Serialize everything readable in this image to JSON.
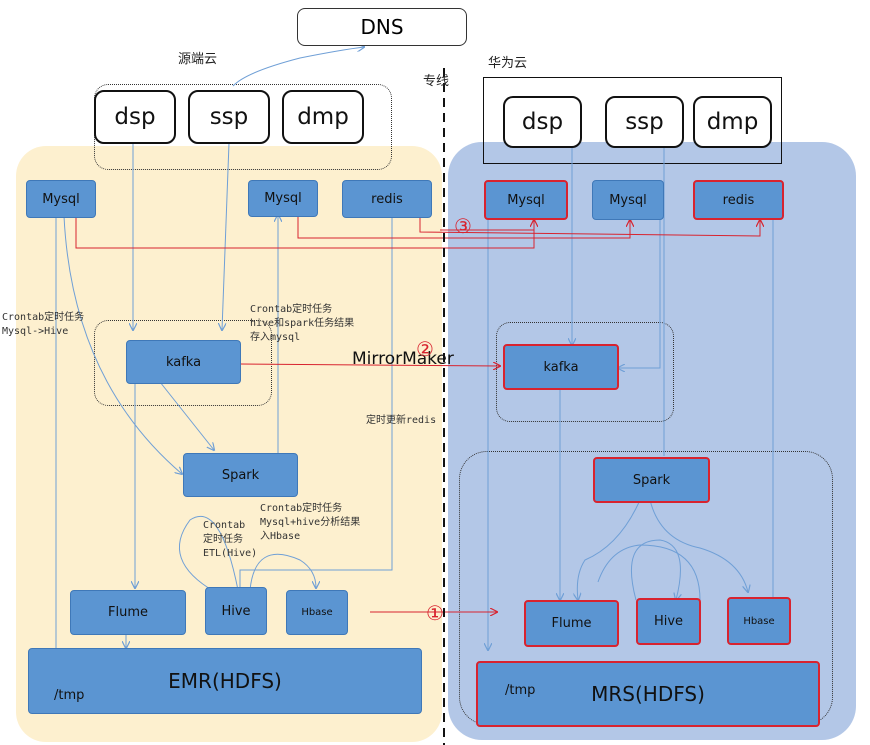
{
  "dns": "DNS",
  "left_cloud": "源端云",
  "right_cloud": "华为云",
  "line_label": "专线",
  "left": {
    "apps": [
      "dsp",
      "ssp",
      "dmp"
    ],
    "mysql1": "Mysql",
    "mysql2": "Mysql",
    "redis": "redis",
    "kafka": "kafka",
    "spark": "Spark",
    "flume": "Flume",
    "hive": "Hive",
    "hbase": "Hbase",
    "storage": "EMR(HDFS)",
    "tmp": "/tmp"
  },
  "right": {
    "apps": [
      "dsp",
      "ssp",
      "dmp"
    ],
    "mysql1": "Mysql",
    "mysql2": "Mysql",
    "redis": "redis",
    "kafka": "kafka",
    "spark": "Spark",
    "flume": "Flume",
    "hive": "Hive",
    "hbase": "Hbase",
    "storage": "MRS(HDFS)",
    "tmp": "/tmp"
  },
  "notes": {
    "crontab_mysql_hive": "Crontab定时任务\nMysql->Hive",
    "crontab_result_mysql": "Crontab定时任务\nhive和spark任务结果\n存入mysql",
    "update_redis": "定时更新redis",
    "crontab_hbase": "Crontab定时任务\nMysql+hive分析结果\n入Hbase",
    "crontab_etl": "Crontab\n定时任务\nETL(Hive)",
    "mirrormaker": "MirrorMaker"
  },
  "markers": {
    "one": "①",
    "two": "②",
    "three": "③"
  },
  "colors": {
    "left_bg": "#fdf0cf",
    "right_bg": "#b3c7e7",
    "node": "#5b95d2",
    "red": "#d8232f",
    "wire": "#6f9fd6"
  }
}
